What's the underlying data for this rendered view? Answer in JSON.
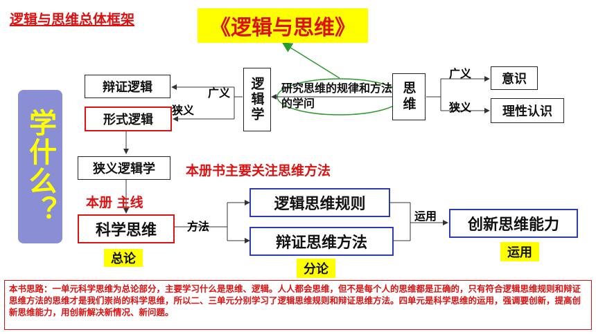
{
  "header": {
    "title": "逻辑与思维总体框架",
    "book_title": "《逻辑与思维》"
  },
  "sidebar": {
    "text": "学什么？"
  },
  "center": {
    "logic_vertical": "逻辑学",
    "thinking_vertical": "思维",
    "definition": "研究思维的规律和方法的学问"
  },
  "left": {
    "dialectical_logic": "辩证逻辑",
    "formal_logic": "形式逻辑",
    "broad": "广义",
    "narrow": "狭义",
    "narrow_logic": "狭义逻辑学"
  },
  "right": {
    "broad": "广义",
    "narrow": "狭义",
    "consciousness": "意识",
    "rational": "理性认识"
  },
  "focus_note": "本册书主要关注思维方法",
  "mainline_label": "本册 主线",
  "scientific_thinking": "科学思维",
  "method_label": "方法",
  "rules": "逻辑思维规则",
  "methods": "辩证思维方法",
  "apply_label": "运用",
  "innovation": "创新思维能力",
  "tags": {
    "general": "总论",
    "sub": "分论",
    "apply": "运用"
  },
  "footer_note": "本书思路：一单元科学思维为总论部分，主要学习什么是思维、逻辑。人人都会思维，但不是每个人的思维都是正确的，只有符合逻辑思维规则和辩证思维方法的思维才是我们崇尚的科学思维，所以二、三单元分别学习了逻辑思维规则和辩证思维方法。四单元是科学思维的运用，强调要创新，提高创新思维能力，用创新解决新情况、新问题。"
}
